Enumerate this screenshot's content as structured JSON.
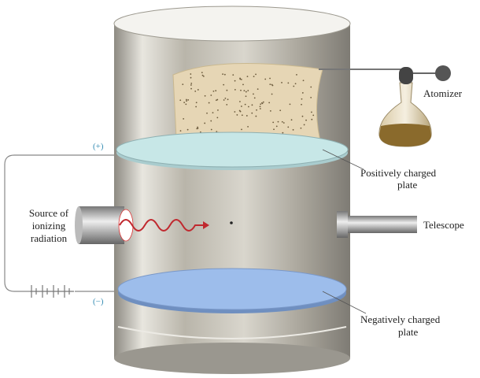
{
  "labels": {
    "atomizer": "Atomizer",
    "positive_plate": [
      "Positively charged",
      "plate"
    ],
    "negative_plate": [
      "Negatively charged",
      "plate"
    ],
    "source": [
      "Source of",
      "ionizing",
      "radiation"
    ],
    "telescope": "Telescope",
    "plus": "(+)",
    "minus": "(−)"
  },
  "colors": {
    "cylinder": "#c9c6bd",
    "positive_plate": "#bfe3e4",
    "negative_plate": "#8fb5e6",
    "radiation_wave": "#c0282e",
    "oil_spray": "#e6d6b5",
    "wire": "#888888"
  }
}
